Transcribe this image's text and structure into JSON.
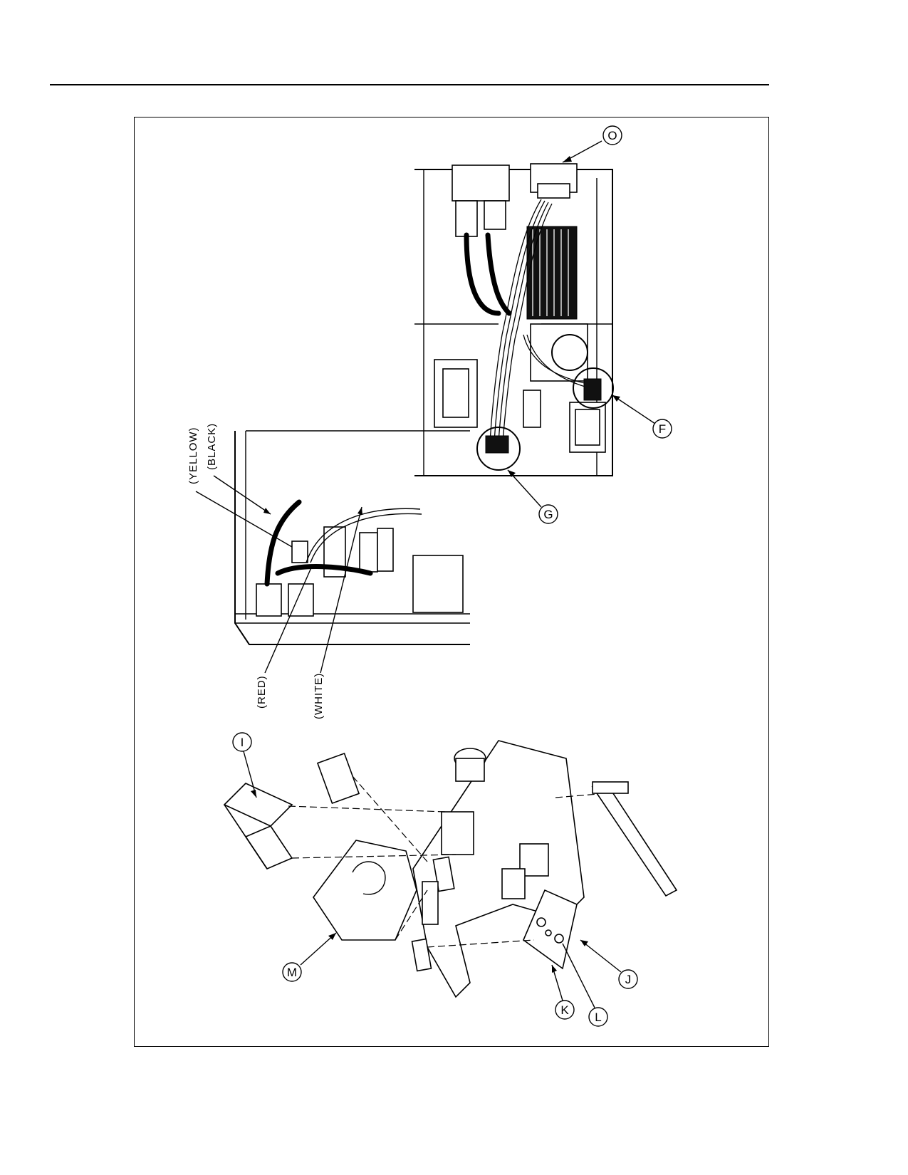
{
  "figure": {
    "wire_labels": {
      "yellow": "(YELLOW)",
      "black": "(BLACK)",
      "red": "(RED)",
      "white": "(WHITE)"
    },
    "callouts": {
      "O": "O",
      "G": "G",
      "F": "F",
      "I": "I",
      "M": "M",
      "K": "K",
      "L": "L",
      "J": "J"
    }
  }
}
